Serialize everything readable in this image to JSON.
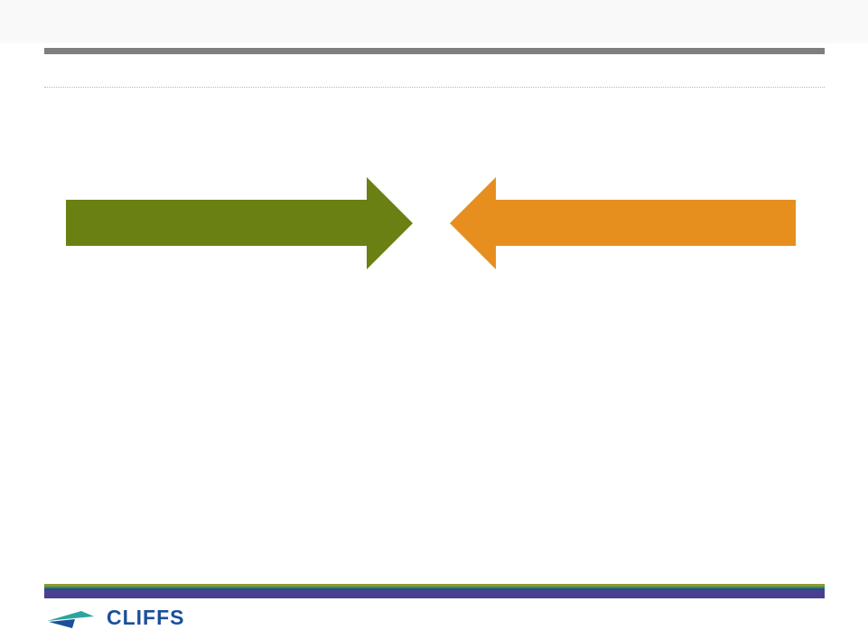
{
  "logo": {
    "text": "CLIFFS",
    "mark_icon": "mountain-chevron-icon",
    "text_color": "#1b4f9b",
    "mark_colors": [
      "#2aa4a1",
      "#1b4f9b"
    ]
  },
  "arrows": [
    {
      "name": "green-arrow",
      "direction": "right",
      "color": "#6b8012"
    },
    {
      "name": "orange-arrow",
      "direction": "left",
      "color": "#e68f1f"
    }
  ],
  "decor": {
    "header_rule_color": "#7f7f7f",
    "footer_bar_colors": [
      "#8a9b2c",
      "#2f7f86",
      "#1f4f86",
      "#4a3f8f"
    ]
  }
}
